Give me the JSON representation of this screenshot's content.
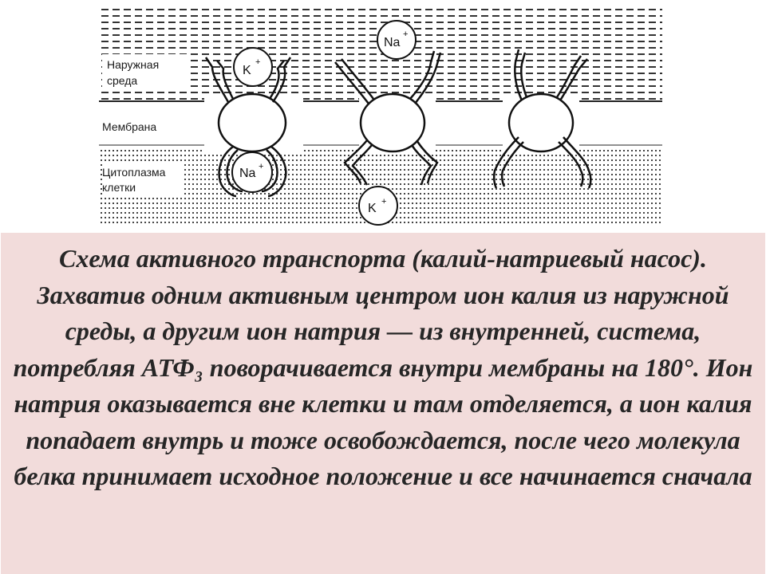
{
  "diagram": {
    "labels": {
      "outer_medium_line1": "Наружная",
      "outer_medium_line2": "среда",
      "membrane": "Мембрана",
      "cytoplasm_line1": "Цитоплазма",
      "cytoplasm_line2": "клетки"
    },
    "ions": {
      "k_top": {
        "symbol": "K",
        "charge": "+"
      },
      "na_top": {
        "symbol": "Na",
        "charge": "+"
      },
      "na_bottom": {
        "symbol": "Na",
        "charge": "+"
      },
      "k_bottom": {
        "symbol": "K",
        "charge": "+"
      }
    }
  },
  "caption": {
    "text": "Схема активного транспорта (калий-натриевый насос). Захватив одним активным центром ион калия из наружной среды, а другим ион натрия — из внутренней, система, потребляя АТФ₃ поворачивается внутри мембраны на 180°. Ион натрия оказывается вне клетки и там отделяется, а ион калия попадает внутрь и тоже освобождается, после чего молекула белка принимает исходное положение и все начинается сначала"
  }
}
